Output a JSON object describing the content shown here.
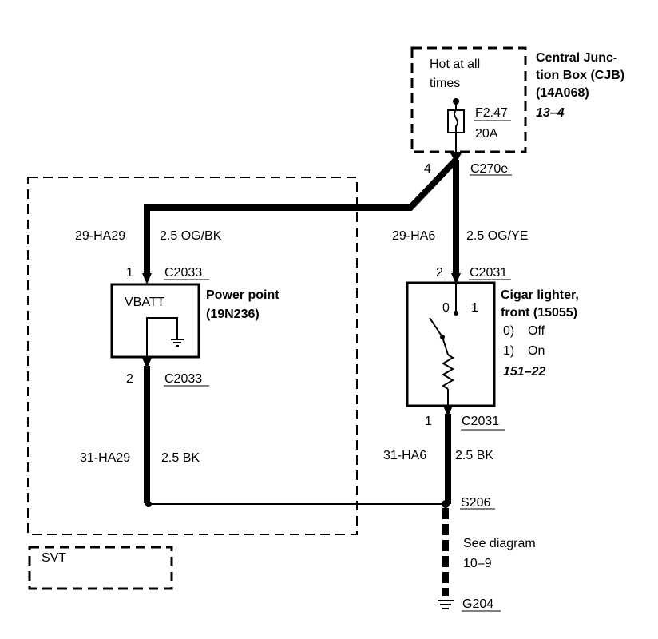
{
  "cjb": {
    "hot_line1": "Hot at all",
    "hot_line2": "times",
    "fuse_id": "F2.47",
    "fuse_rating": "20A",
    "title_line1": "Central Junc-",
    "title_line2": "tion Box (CJB)",
    "part_number": "(14A068)",
    "ref": "13–4",
    "pin": "4",
    "connector": "C270e"
  },
  "left_circuit": {
    "wire_in_id": "29-HA29",
    "wire_in_spec": "2.5 OG/BK",
    "pin_in": "1",
    "connector_in": "C2033",
    "component_label": "VBATT",
    "component_name": "Power point",
    "component_part": "(19N236)",
    "pin_out": "2",
    "connector_out": "C2033",
    "wire_out_id": "31-HA29",
    "wire_out_spec": "2.5 BK"
  },
  "right_circuit": {
    "wire_in_id": "29-HA6",
    "wire_in_spec": "2.5 OG/YE",
    "pin_in": "2",
    "connector_in": "C2031",
    "component_name_line1": "Cigar lighter,",
    "component_name_line2": "front (15055)",
    "switch_pos0": "0",
    "switch_pos1": "1",
    "state0_num": "0)",
    "state0_text": "Off",
    "state1_num": "1)",
    "state1_text": "On",
    "ref": "151–22",
    "pin_out": "1",
    "connector_out": "C2031",
    "wire_out_id": "31-HA6",
    "wire_out_spec": "2.5 BK"
  },
  "splice": "S206",
  "see_diagram_line1": "See diagram",
  "see_diagram_line2": "10–9",
  "ground": "G204",
  "svt_label": "SVT"
}
